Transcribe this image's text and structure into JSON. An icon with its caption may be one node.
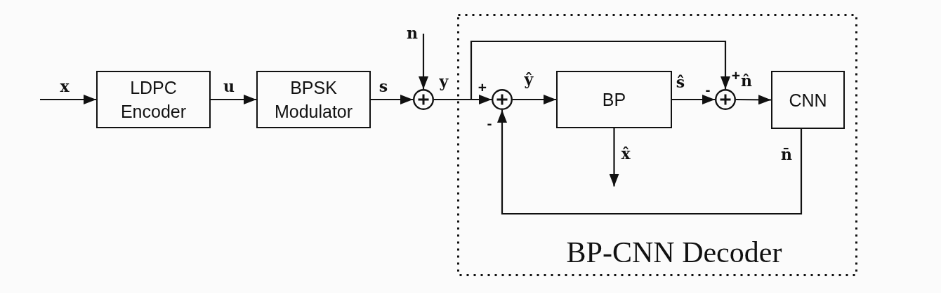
{
  "diagram": {
    "nodes": [
      {
        "text": [
          "LDPC Encoder"
        ]
      },
      {
        "text": [
          "BPSK Modulator"
        ]
      },
      {
        "text": [],
        "shape": "circle"
      },
      {
        "text": [
          "BP-CNN Decoder"
        ]
      },
      {
        "text": [],
        "shape": "circle",
        "in": 3
      },
      {
        "text": [
          "BP"
        ],
        "in": 3
      },
      {
        "text": [],
        "shape": "circle",
        "in": 3
      },
      {
        "text": [
          "CNN"
        ],
        "in": 3
      }
    ],
    "edges": [
      {
        "from": null,
        "to": 0,
        "arrow": "to",
        "label": "x"
      },
      {
        "from": 0,
        "to": 1,
        "arrow": "to",
        "label": "u"
      },
      {
        "from": 1,
        "to": 2,
        "arrow": "to",
        "label": "s"
      },
      {
        "from": null,
        "to": 2,
        "arrow": "to",
        "label": "n"
      },
      {
        "from": 2,
        "to": 4,
        "arrow": "to",
        "label": "y"
      },
      {
        "from": 2,
        "to": 6,
        "arrow": "to"
      },
      {
        "from": 4,
        "to": 5,
        "arrow": "to",
        "label": "ŷ"
      },
      {
        "from": 5,
        "to": 6,
        "arrow": "to",
        "label": "ŝ"
      },
      {
        "from": 5,
        "to": null,
        "arrow": "to",
        "label": "x̂"
      },
      {
        "from": 6,
        "to": 7,
        "arrow": "to",
        "label": "n̂"
      },
      {
        "from": 7,
        "to": 4,
        "arrow": "to",
        "label": "n̄"
      }
    ],
    "labels": [
      "+",
      "-",
      "-",
      "+"
    ]
  }
}
